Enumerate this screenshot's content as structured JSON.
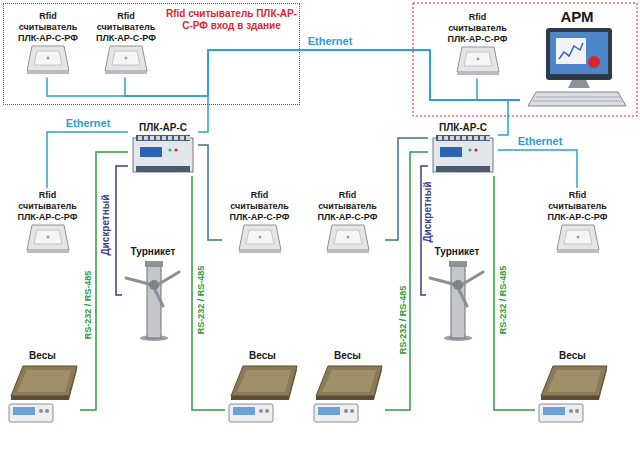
{
  "diagram": {
    "nodes": [
      {
        "text": [
          "Rfid считыватель ПЛК-АР-С-РФ вход в здание"
        ]
      },
      {
        "text": [
          "Rfid считыватель ПЛК-АР-С-РФ"
        ],
        "in": 0
      },
      {
        "text": [
          "Rfid считыватель ПЛК-АР-С-РФ"
        ],
        "in": 0
      },
      {
        "text": [
          "Rfid считыватель ПЛК-АР-С-РФ"
        ]
      },
      {
        "text": [
          "АРМ"
        ]
      },
      {
        "text": [
          "ПЛК-АР-С"
        ]
      },
      {
        "text": [
          "ПЛК-АР-С"
        ]
      },
      {
        "text": [
          "Rfid считыватель ПЛК-АР-С-РФ"
        ]
      },
      {
        "text": [
          "Rfid считыватель ПЛК-АР-С-РФ"
        ]
      },
      {
        "text": [
          "Rfid считыватель ПЛК-АР-С-РФ"
        ]
      },
      {
        "text": [
          "Rfid считыватель ПЛК-АР-С-РФ"
        ]
      },
      {
        "text": [
          "Турникет"
        ]
      },
      {
        "text": [
          "Турникет"
        ]
      },
      {
        "text": [
          "Весы"
        ]
      },
      {
        "text": [
          "Весы"
        ]
      },
      {
        "text": [
          "Весы"
        ]
      },
      {
        "text": [
          "Весы"
        ]
      }
    ],
    "edges": [
      {
        "from": 1,
        "to": 4,
        "arrow": "none"
      },
      {
        "from": 2,
        "to": 4,
        "arrow": "none"
      },
      {
        "from": 3,
        "to": 4,
        "arrow": "none"
      },
      {
        "from": 5,
        "to": 4,
        "arrow": "none"
      },
      {
        "from": 6,
        "to": 4,
        "arrow": "none"
      },
      {
        "from": 5,
        "to": 7,
        "label": "Ethernet",
        "arrow": "none"
      },
      {
        "from": 5,
        "to": 8,
        "arrow": "none"
      },
      {
        "from": 5,
        "to": 11,
        "label": "Дискретный",
        "arrow": "none"
      },
      {
        "from": 5,
        "to": 13,
        "label": "RS-232 / RS-485",
        "arrow": "none"
      },
      {
        "from": 5,
        "to": 14,
        "label": "RS-232 / RS-485",
        "arrow": "none"
      },
      {
        "from": 6,
        "to": 9,
        "arrow": "none"
      },
      {
        "from": 6,
        "to": 12,
        "label": "Дискретный",
        "arrow": "none"
      },
      {
        "from": 6,
        "to": 15,
        "label": "RS-232 / RS-485",
        "arrow": "none"
      },
      {
        "from": 6,
        "to": 16,
        "label": "RS-232 / RS-485",
        "arrow": "none"
      },
      {
        "from": 6,
        "to": 10,
        "label": "Ethernet",
        "arrow": "none"
      }
    ],
    "labels": [
      "Ethernet"
    ]
  }
}
